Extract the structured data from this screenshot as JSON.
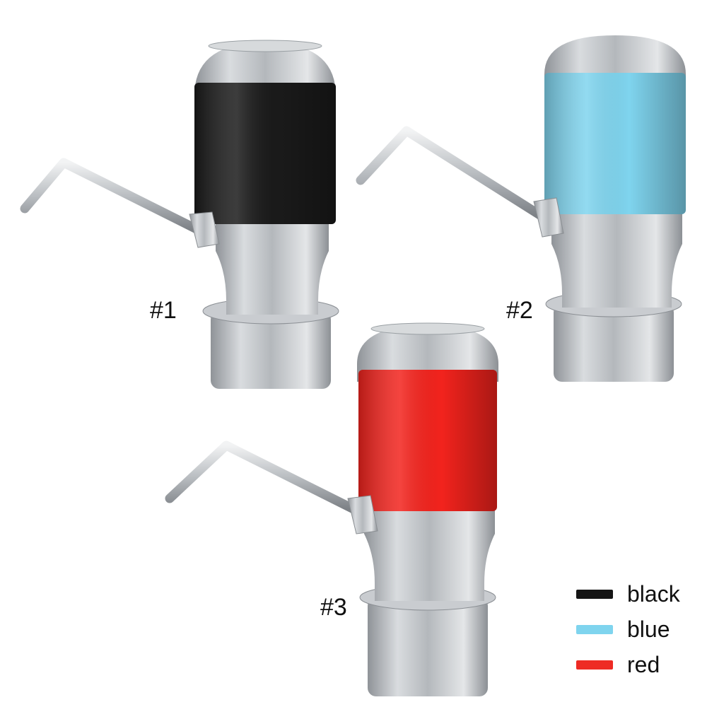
{
  "products": [
    {
      "id": "pump-1",
      "tag": "#1",
      "color_name": "black",
      "sleeve_color": "#1a1a1a"
    },
    {
      "id": "pump-2",
      "tag": "#2",
      "color_name": "blue",
      "sleeve_color": "#7fd4ee"
    },
    {
      "id": "pump-3",
      "tag": "#3",
      "color_name": "red",
      "sleeve_color": "#f2231d"
    }
  ],
  "legend": [
    {
      "label": "black",
      "color": "#151515"
    },
    {
      "label": "blue",
      "color": "#7fd4ee"
    },
    {
      "label": "red",
      "color": "#ee2b24"
    }
  ]
}
